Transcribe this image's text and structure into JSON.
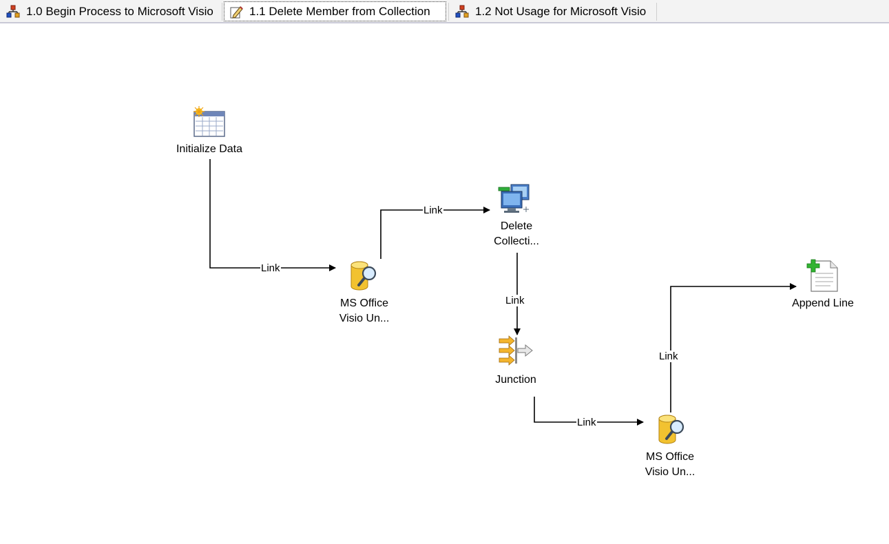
{
  "tabs": [
    {
      "label": "1.0 Begin Process to Microsoft Visio",
      "icon": "process-flow-icon",
      "active": false
    },
    {
      "label": "1.1 Delete Member from Collection",
      "icon": "edit-pencil-icon",
      "active": true
    },
    {
      "label": "1.2 Not Usage for Microsoft Visio",
      "icon": "process-flow-icon",
      "active": false
    }
  ],
  "nodes": {
    "initialize": {
      "label": "Initialize Data",
      "icon": "table-data-icon"
    },
    "visio1": {
      "label": "MS Office\nVisio Un...",
      "icon": "database-search-icon"
    },
    "delete": {
      "label": "Delete\nCollecti...",
      "icon": "computer-delete-icon"
    },
    "junction": {
      "label": "Junction",
      "icon": "junction-arrows-icon"
    },
    "visio2": {
      "label": "MS Office\nVisio Un...",
      "icon": "database-search-icon"
    },
    "append": {
      "label": "Append Line",
      "icon": "document-add-icon"
    }
  },
  "links": {
    "l1": "Link",
    "l2": "Link",
    "l3": "Link",
    "l4": "Link",
    "l5": "Link"
  }
}
